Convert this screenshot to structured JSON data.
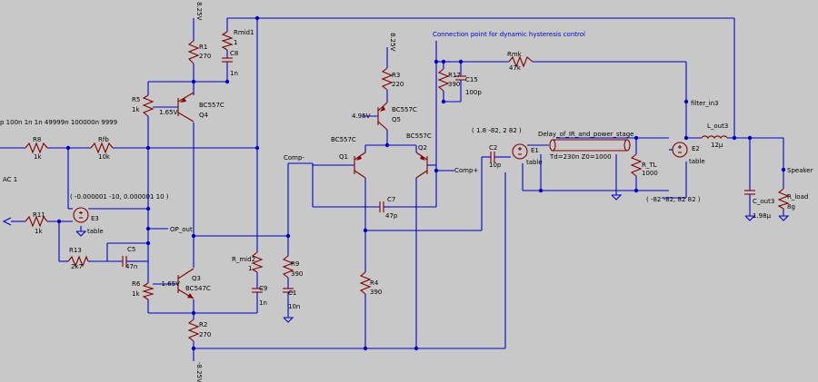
{
  "colors": {
    "background": "#c8c8c8",
    "wire": "#0000c8",
    "component": "#800000",
    "text": "#000000"
  },
  "annotation": "Connection point for dynamic hysteresis control",
  "sources": {
    "ac": "AC 1",
    "step": "p 100n 1n 1n 49999n 100000n 9999",
    "e3_table": "( -0.000001 -10, 0.000001 10 )",
    "e1_table": "( 1.8 -82, 2 82 )",
    "e2_table": "( -82 -82, 82 82 )"
  },
  "supplies": {
    "vpos": "8.25V",
    "vneg": "-8.25V"
  },
  "nodes": {
    "op_out": "OP_out",
    "comp_minus": "Comp-",
    "comp_plus": "Comp+",
    "filter_in": "filter_in3",
    "delay": "Delay_of_IR_and_power_stage",
    "speaker": "Speaker",
    "vq4": "1.65V",
    "vq3": "-1.65V",
    "vq5": "4.95V"
  },
  "components": {
    "R1": {
      "name": "R1",
      "value": "270"
    },
    "R2": {
      "name": "R2",
      "value": "270"
    },
    "Rmid1": {
      "name": "Rmid1",
      "value": "1"
    },
    "C8": {
      "name": "C8",
      "value": "1n"
    },
    "R5": {
      "name": "R5",
      "value": "1k"
    },
    "R6": {
      "name": "R6",
      "value": "1k"
    },
    "Q4": {
      "name": "Q4",
      "value": "BC557C"
    },
    "Q3": {
      "name": "Q3",
      "value": "BC547C"
    },
    "R8": {
      "name": "R8",
      "value": "1k"
    },
    "Rfb": {
      "name": "Rfb",
      "value": "10k"
    },
    "R11": {
      "name": "R11",
      "value": "1k"
    },
    "R13": {
      "name": "R13",
      "value": "2k7"
    },
    "C5": {
      "name": "C5",
      "value": "47n"
    },
    "E3": {
      "name": "E3",
      "value": "table"
    },
    "Rmid2": {
      "name": "R_mid2",
      "value": "1"
    },
    "C9": {
      "name": "C9",
      "value": "1n"
    },
    "R9": {
      "name": "R9",
      "value": "390"
    },
    "C1": {
      "name": "C1",
      "value": "10n"
    },
    "R3": {
      "name": "R3",
      "value": "220"
    },
    "Q5": {
      "name": "Q5",
      "value": "BC557C"
    },
    "Q1": {
      "name": "Q1",
      "value": "BC557C"
    },
    "Q2": {
      "name": "Q2",
      "value": "BC557C"
    },
    "C7": {
      "name": "C7",
      "value": "47p"
    },
    "R4": {
      "name": "R4",
      "value": "390"
    },
    "R17": {
      "name": "R17",
      "value": "390"
    },
    "C15": {
      "name": "C15",
      "value": "100p"
    },
    "Rmk": {
      "name": "Rmk",
      "value": "47k"
    },
    "C2": {
      "name": "C2",
      "value": "10p"
    },
    "E1": {
      "name": "E1",
      "value": "table"
    },
    "T1": {
      "name": "Td=230n Z0=1000",
      "value": ""
    },
    "RTL": {
      "name": "R_TL",
      "value": "1000"
    },
    "E2": {
      "name": "E2",
      "value": "table"
    },
    "Lout3": {
      "name": "L_out3",
      "value": "12µ"
    },
    "Cout3": {
      "name": "C_out3",
      "value": "1.98µ"
    },
    "Rload": {
      "name": "R_load",
      "value": "8g"
    }
  }
}
